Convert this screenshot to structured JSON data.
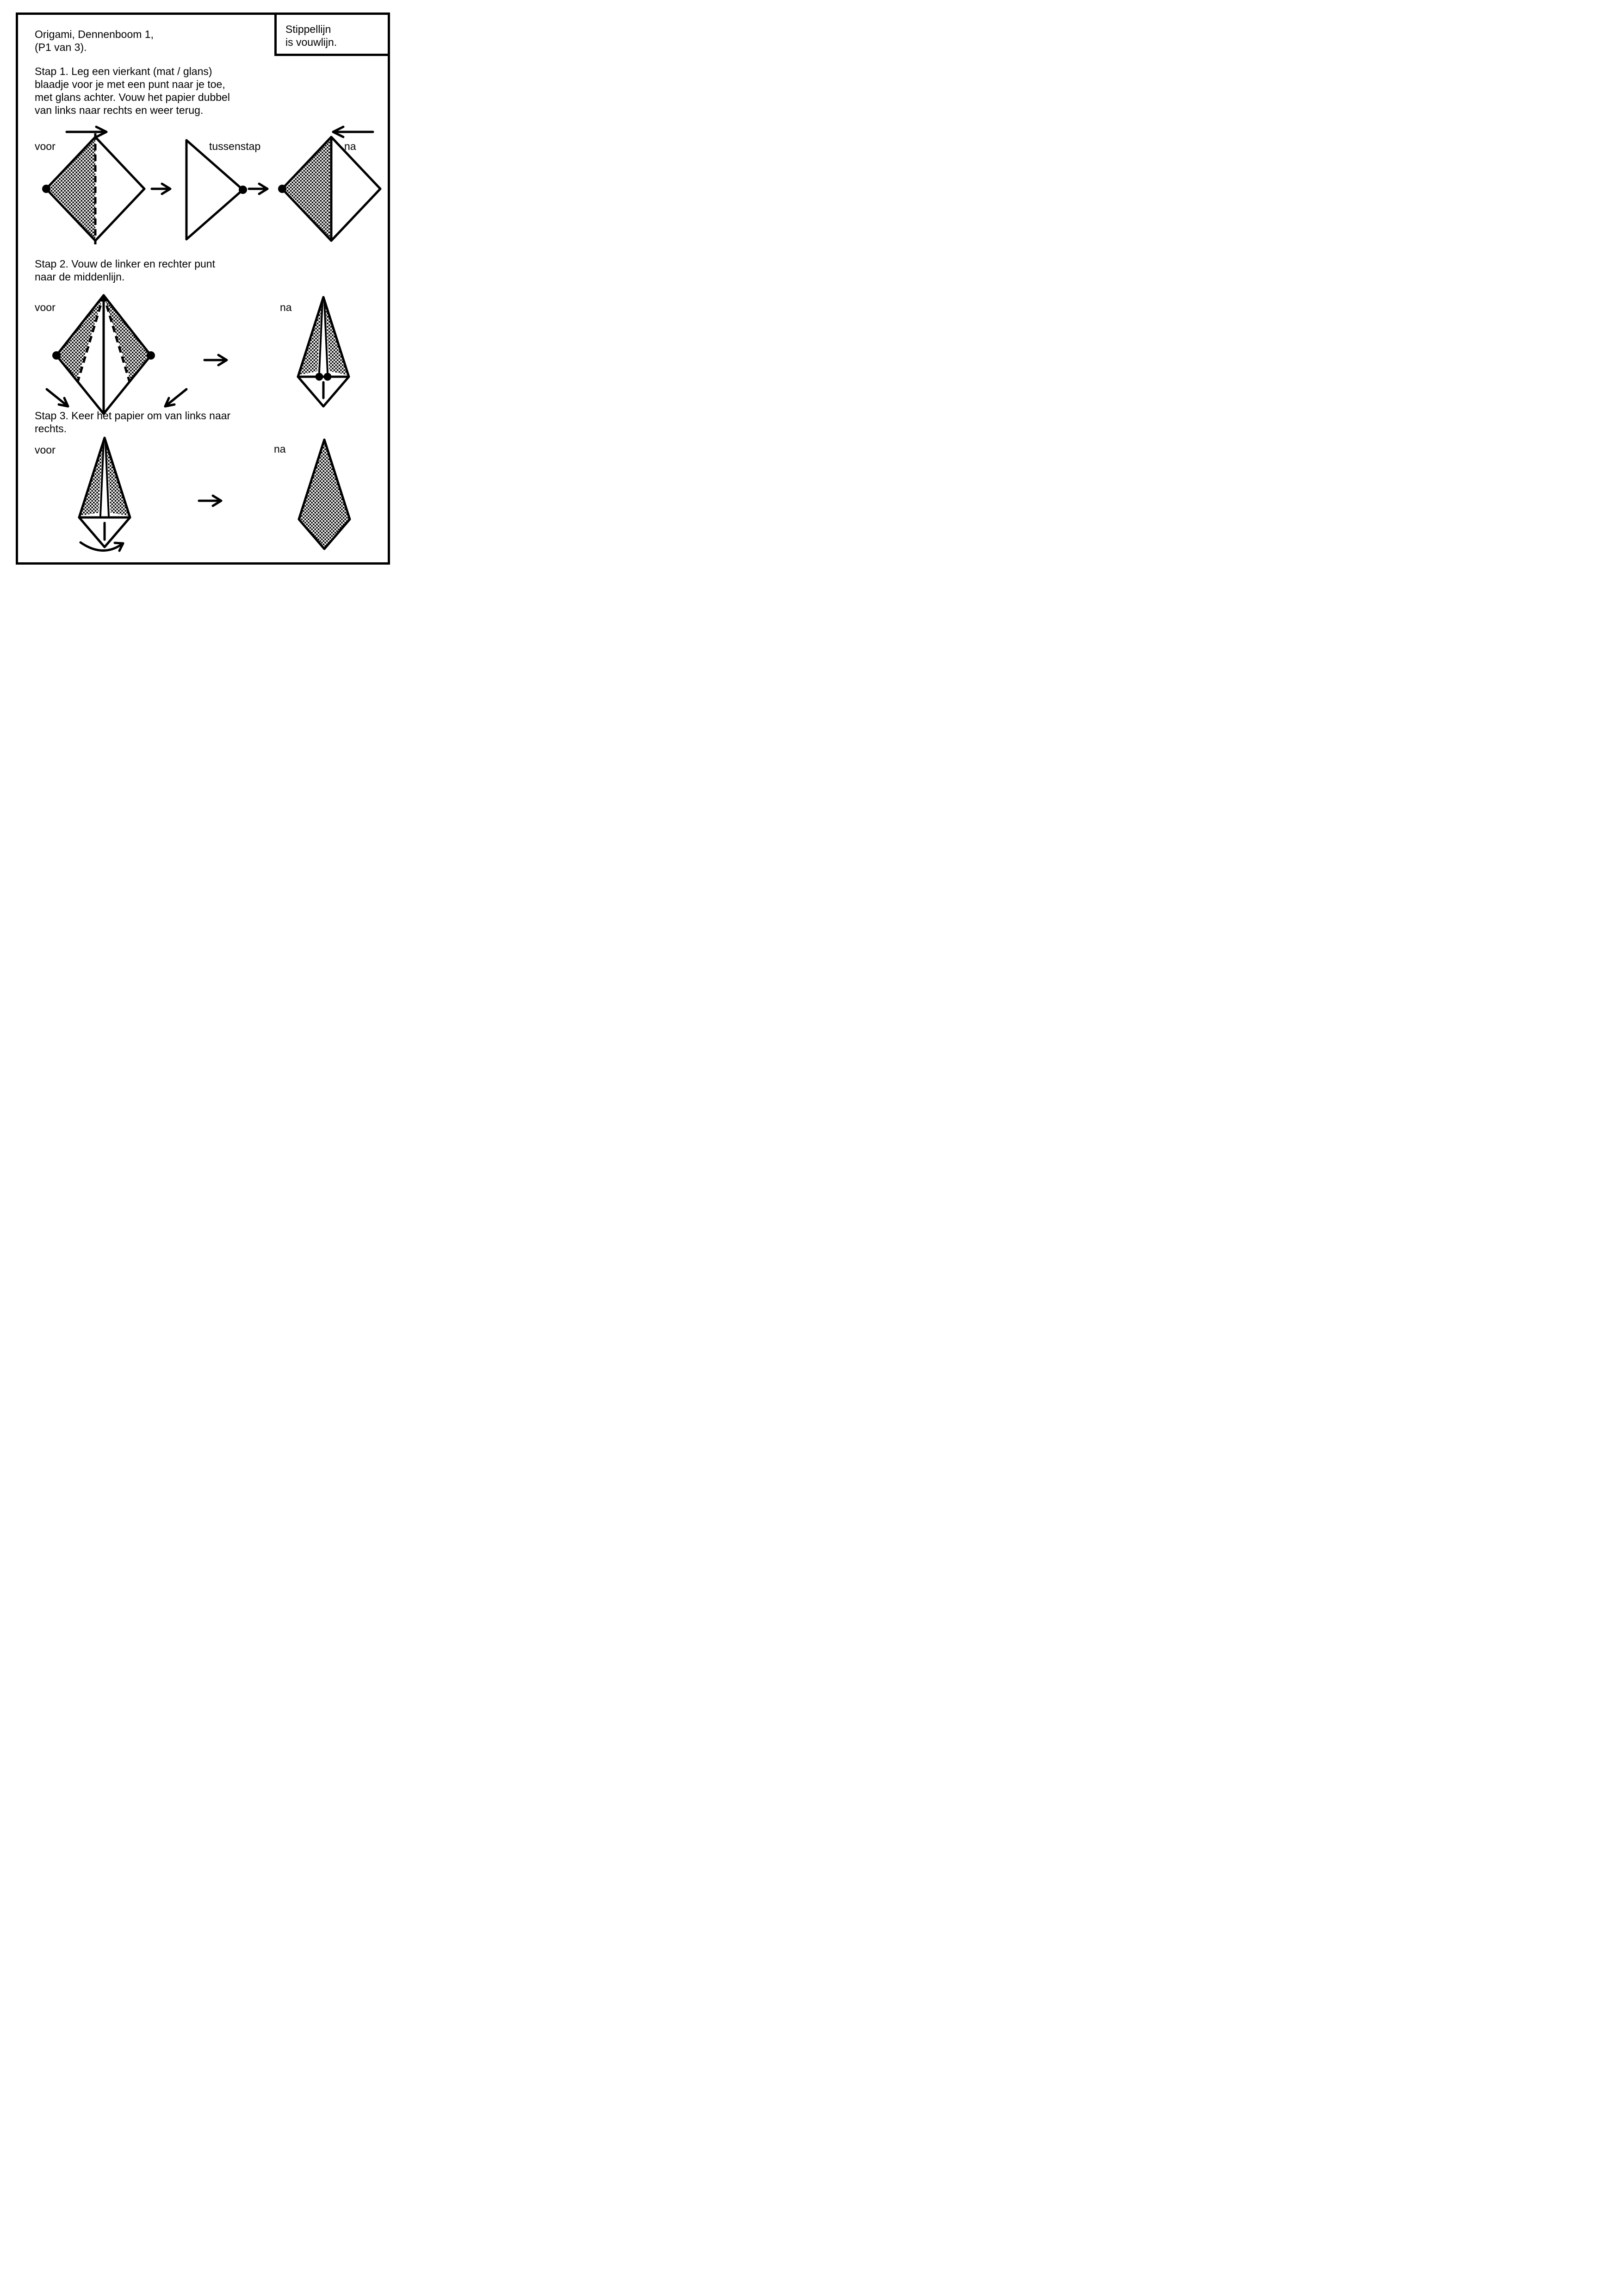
{
  "colors": {
    "ink": "#000000",
    "paper": "#ffffff"
  },
  "header": {
    "title_line1": "Origami, Dennenboom 1,",
    "title_line2": "(P1 van 3).",
    "legend_line1": "Stippellijn",
    "legend_line2": "is vouwlijn."
  },
  "step1": {
    "line1": "Stap 1. Leg een vierkant (mat / glans)",
    "line2": "blaadje voor je met een punt naar je toe,",
    "line3": "met glans achter. Vouw het papier dubbel",
    "line4": "van links naar rechts en weer terug.",
    "label_before": "voor",
    "label_intermediate": "tussenstap",
    "label_after": "na"
  },
  "step2": {
    "line1": "Stap 2. Vouw de linker en rechter punt",
    "line2": "naar de middenlijn.",
    "label_before": "voor",
    "label_after": "na"
  },
  "step3": {
    "line1": "Stap 3. Keer het papier om van links naar",
    "line2": "rechts.",
    "label_before": "voor",
    "label_after": "na"
  }
}
